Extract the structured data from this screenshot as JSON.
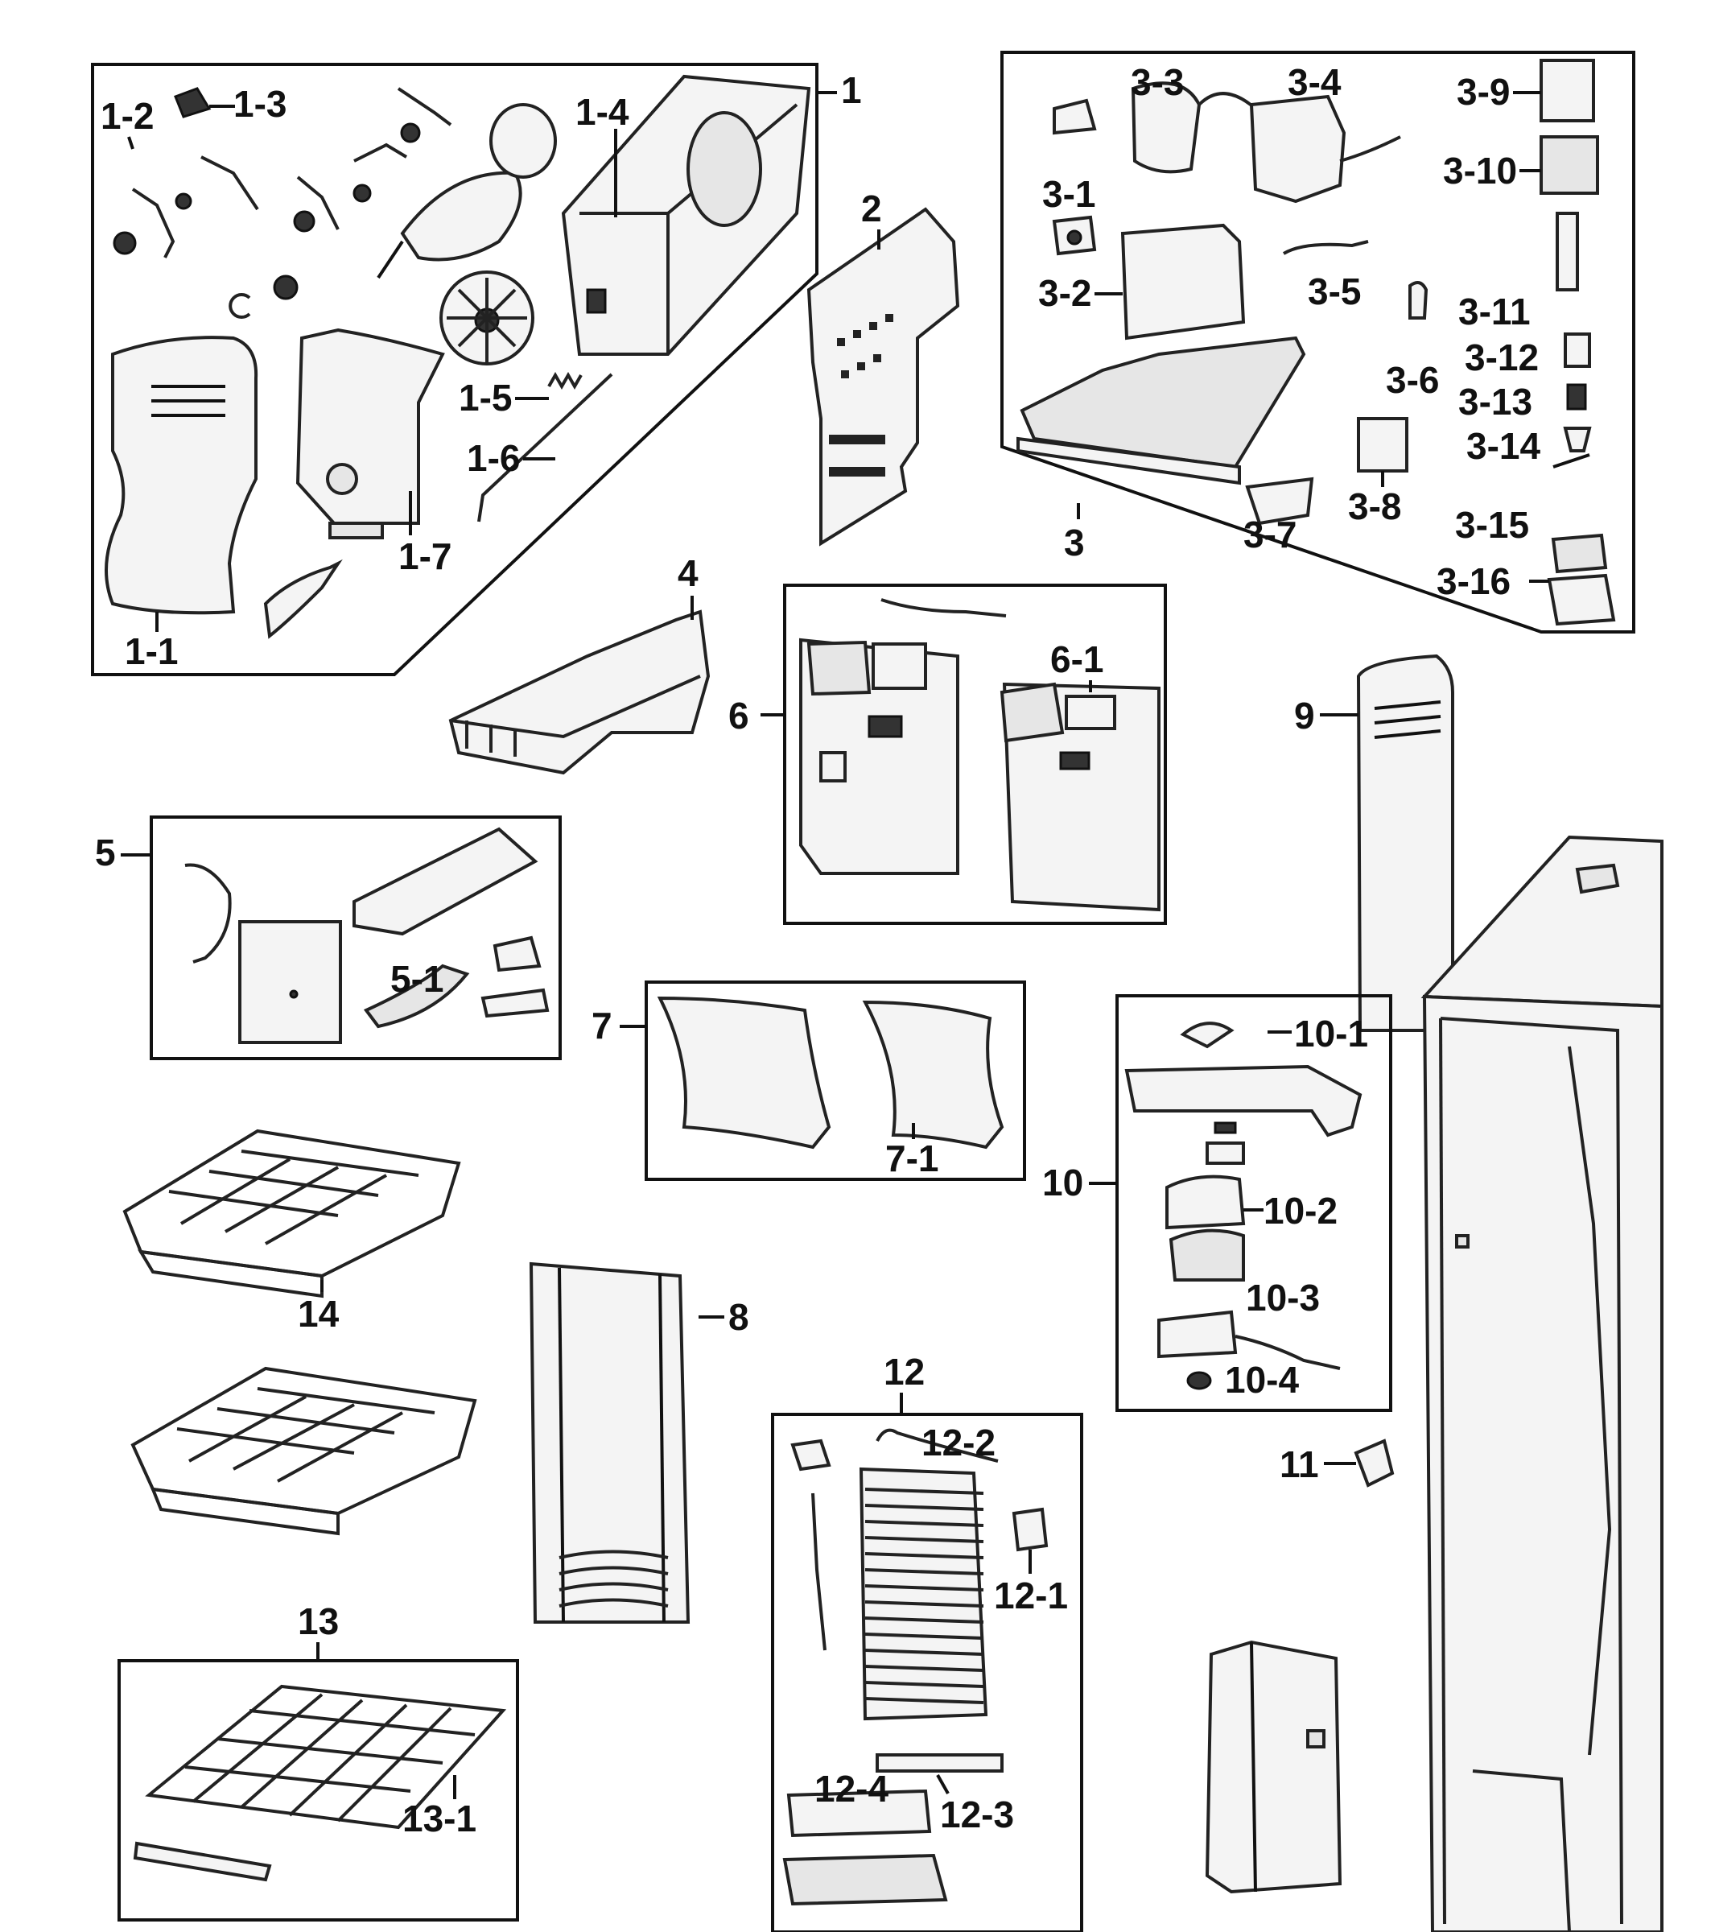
{
  "labels": {
    "p1": "1",
    "p1_1": "1-1",
    "p1_2": "1-2",
    "p1_3": "1-3",
    "p1_4": "1-4",
    "p1_5": "1-5",
    "p1_6": "1-6",
    "p1_7": "1-7",
    "p2": "2",
    "p3": "3",
    "p3_1": "3-1",
    "p3_2": "3-2",
    "p3_3": "3-3",
    "p3_4": "3-4",
    "p3_5": "3-5",
    "p3_6": "3-6",
    "p3_7": "3-7",
    "p3_8": "3-8",
    "p3_9": "3-9",
    "p3_10": "3-10",
    "p3_11": "3-11",
    "p3_12": "3-12",
    "p3_13": "3-13",
    "p3_14": "3-14",
    "p3_15": "3-15",
    "p3_16": "3-16",
    "p4": "4",
    "p5": "5",
    "p5_1": "5-1",
    "p6": "6",
    "p6_1": "6-1",
    "p7": "7",
    "p7_1": "7-1",
    "p8": "8",
    "p9": "9",
    "p10": "10",
    "p10_1": "10-1",
    "p10_2": "10-2",
    "p10_3": "10-3",
    "p10_4": "10-4",
    "p11": "11",
    "p12": "12",
    "p12_1": "12-1",
    "p12_2": "12-2",
    "p12_3": "12-3",
    "p12_4": "12-4",
    "p13": "13",
    "p13_1": "13-1",
    "p14": "14"
  },
  "colors": {
    "ink": "#111111",
    "paper": "#ffffff",
    "fill": "#f4f4f4"
  }
}
